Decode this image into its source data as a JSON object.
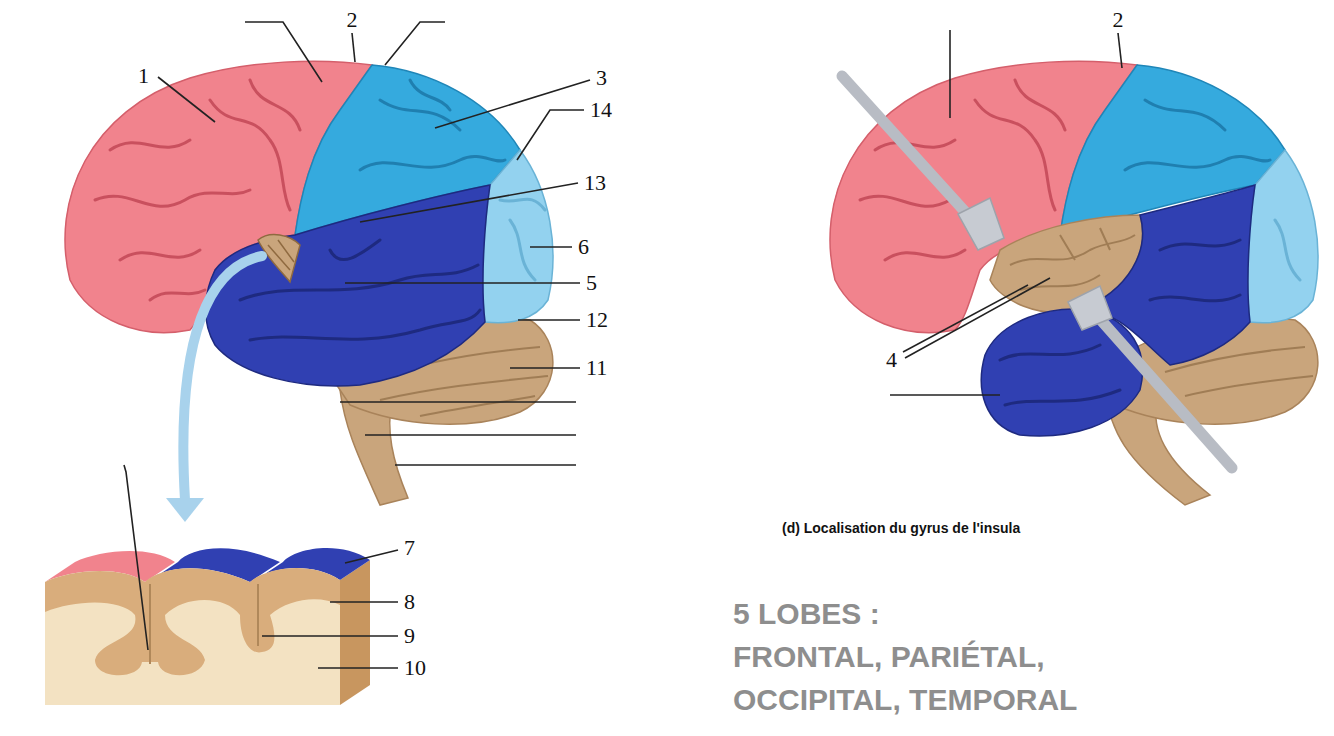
{
  "diagram": {
    "labels": [
      "1",
      "2",
      "3",
      "14",
      "13",
      "6",
      "5",
      "12",
      "11",
      "7",
      "8",
      "9",
      "10",
      "2",
      "4",
      "(d) Localisation du gyrus de l'insula",
      "5 LOBES :",
      "FRONTAL, PARIÉTAL,",
      "OCCIPITAL, TEMPORAL"
    ]
  }
}
